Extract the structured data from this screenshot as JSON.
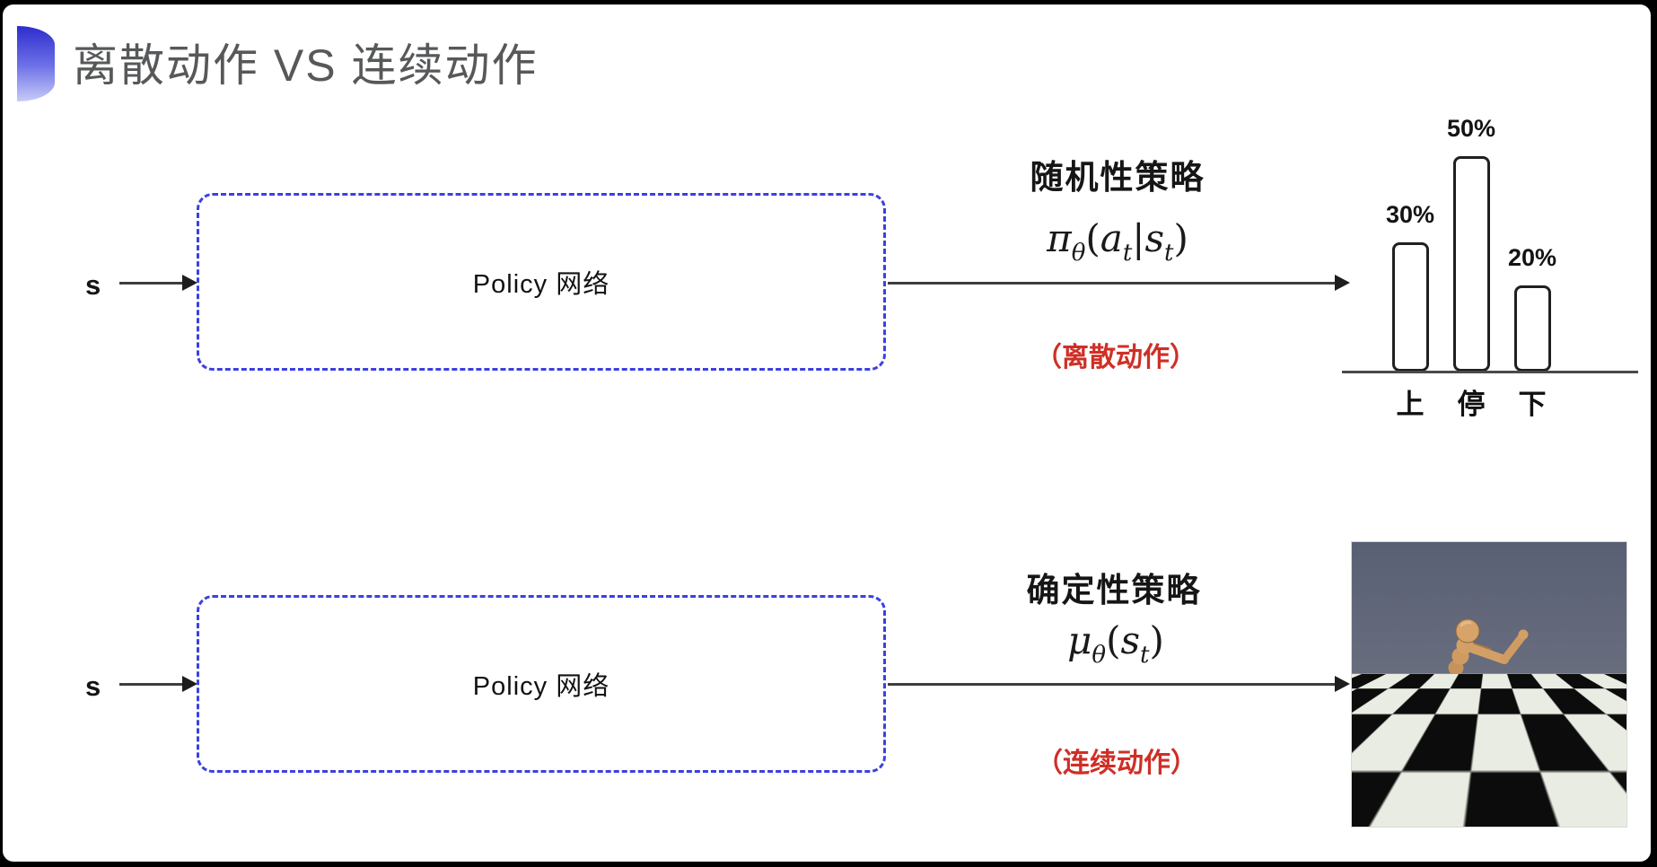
{
  "slide": {
    "title": "离散动作 VS 连续动作"
  },
  "rows": {
    "discrete": {
      "input_label": "s",
      "box_label": "Policy 网络",
      "policy_title": "随机性策略",
      "formula": {
        "lead": "π",
        "lead_sub": "θ",
        "open": "(",
        "arg1": "a",
        "arg1_sub": "t",
        "pipe": "|",
        "arg2": "s",
        "arg2_sub": "t",
        "close": ")"
      },
      "action_note": "（离散动作）"
    },
    "continuous": {
      "input_label": "s",
      "box_label": "Policy 网络",
      "policy_title": "确定性策略",
      "formula": {
        "lead": "μ",
        "lead_sub": "θ",
        "open": "(",
        "arg1": "s",
        "arg1_sub": "t",
        "close": ")"
      },
      "action_note": "（连续动作）",
      "illustration": "mujoco-humanoid-on-checkerboard"
    }
  },
  "chart_data": {
    "type": "bar",
    "categories": [
      "上",
      "停",
      "下"
    ],
    "values": [
      30,
      50,
      20
    ],
    "value_labels": [
      "30%",
      "50%",
      "20%"
    ],
    "title": "",
    "xlabel": "",
    "ylabel": "",
    "ylim": [
      0,
      55
    ],
    "grid": false,
    "legend": false,
    "bar_style": "outlined-white-rounded"
  },
  "colors": {
    "accent_blue": "#3c40e0",
    "highlight_red": "#cf2f26",
    "title_gray": "#57585a",
    "line_dark": "#3e3e3e"
  }
}
